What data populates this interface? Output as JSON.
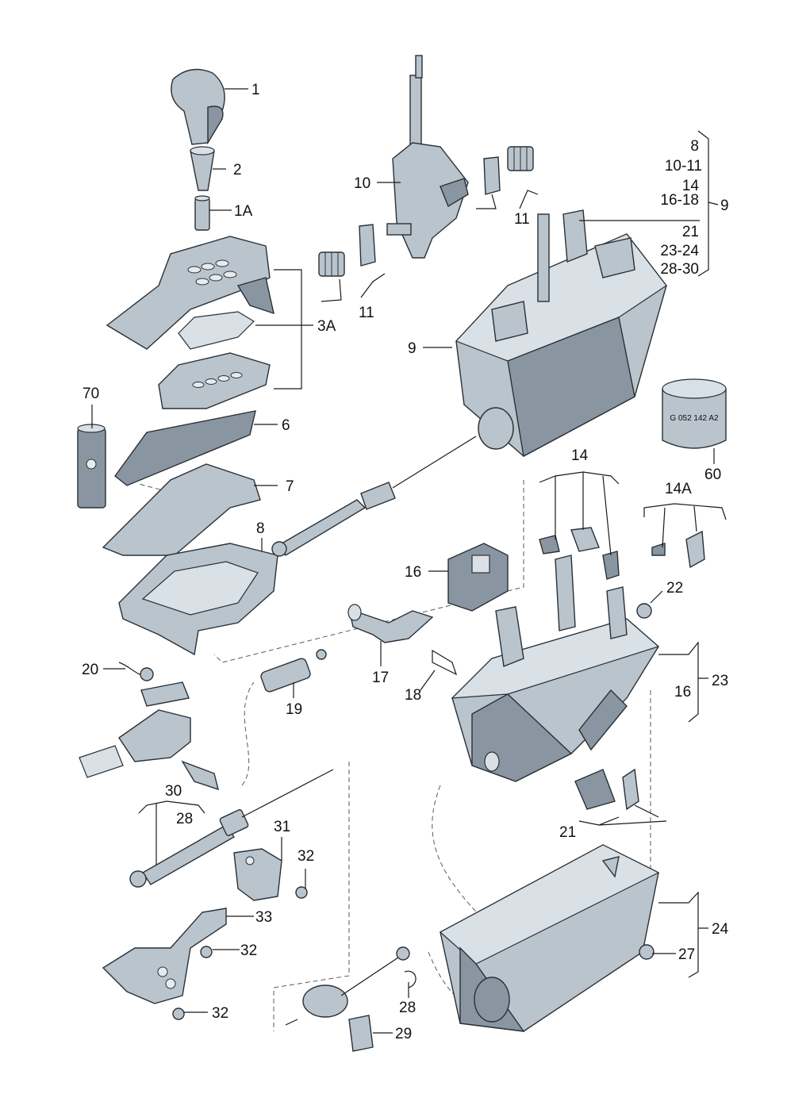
{
  "labels": {
    "l1": "1",
    "l2": "2",
    "l1a": "1A",
    "l10": "10",
    "l11a": "11",
    "l11b": "11",
    "l3a": "3A",
    "l9": "9",
    "l9group": "9",
    "group9": [
      "8",
      "10-11",
      "14",
      "16-18",
      "21",
      "23-24",
      "28-30"
    ],
    "l70": "70",
    "l6": "6",
    "l7": "7",
    "l8": "8",
    "l60": "60",
    "sticker60": "G 052 142 A2",
    "l14": "14",
    "l14a": "14A",
    "l16": "16",
    "l22": "22",
    "l20": "20",
    "l17": "17",
    "l18": "18",
    "l19": "19",
    "l23": "23",
    "l16b": "16",
    "l30": "30",
    "l28a": "28",
    "l31": "31",
    "l32a": "32",
    "l21": "21",
    "l33": "33",
    "l32b": "32",
    "l32c": "32",
    "l24": "24",
    "l27": "27",
    "l28b": "28",
    "l29": "29"
  }
}
